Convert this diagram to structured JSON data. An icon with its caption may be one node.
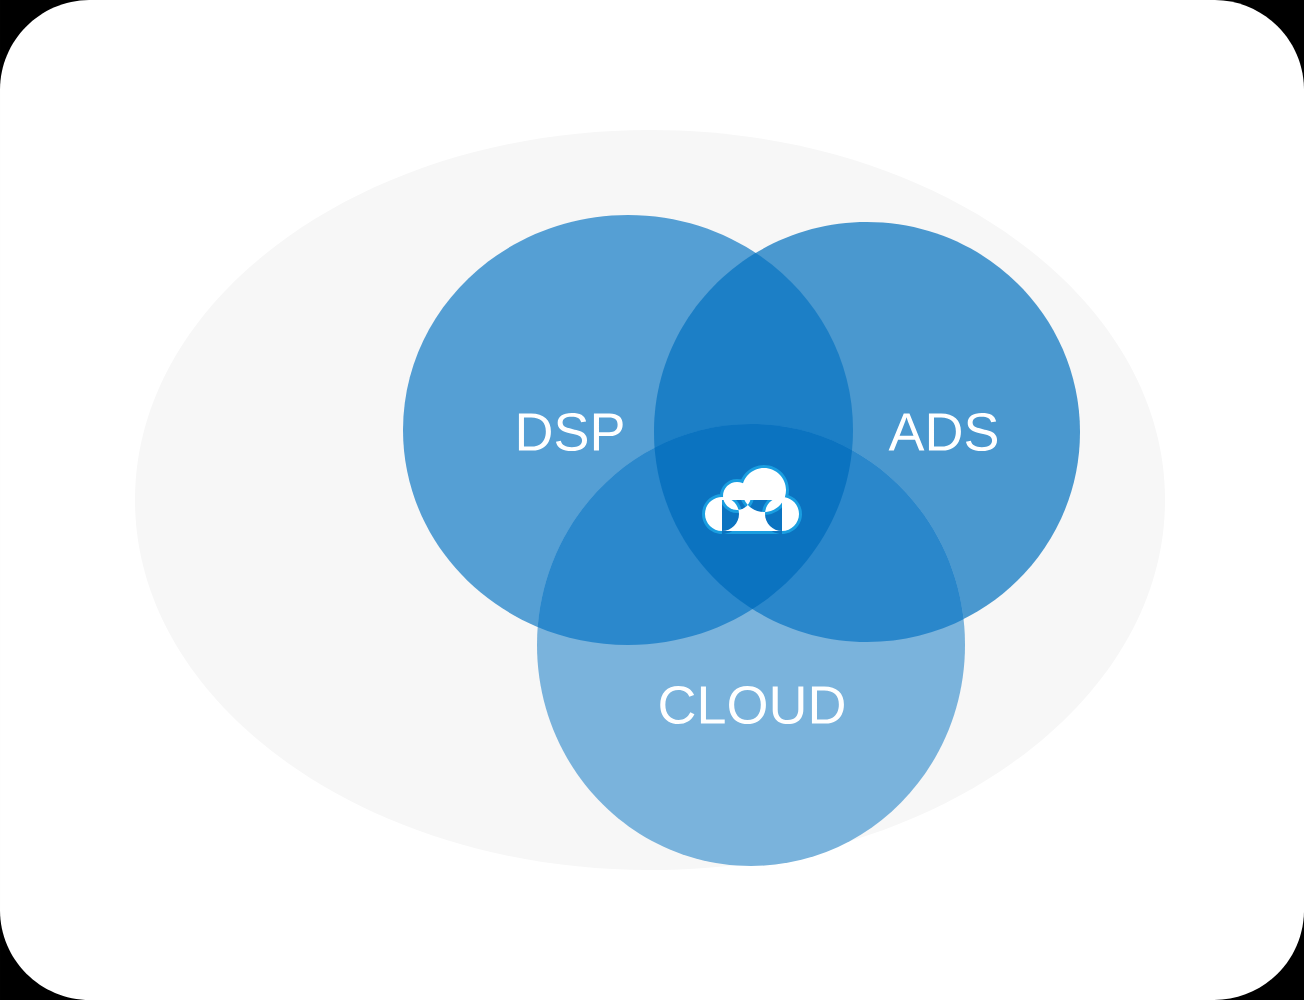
{
  "diagram": {
    "nodes": [
      {
        "text": [
          "DSP"
        ]
      },
      {
        "text": [
          "ADS"
        ]
      },
      {
        "text": [
          "CLOUD"
        ]
      }
    ]
  }
}
